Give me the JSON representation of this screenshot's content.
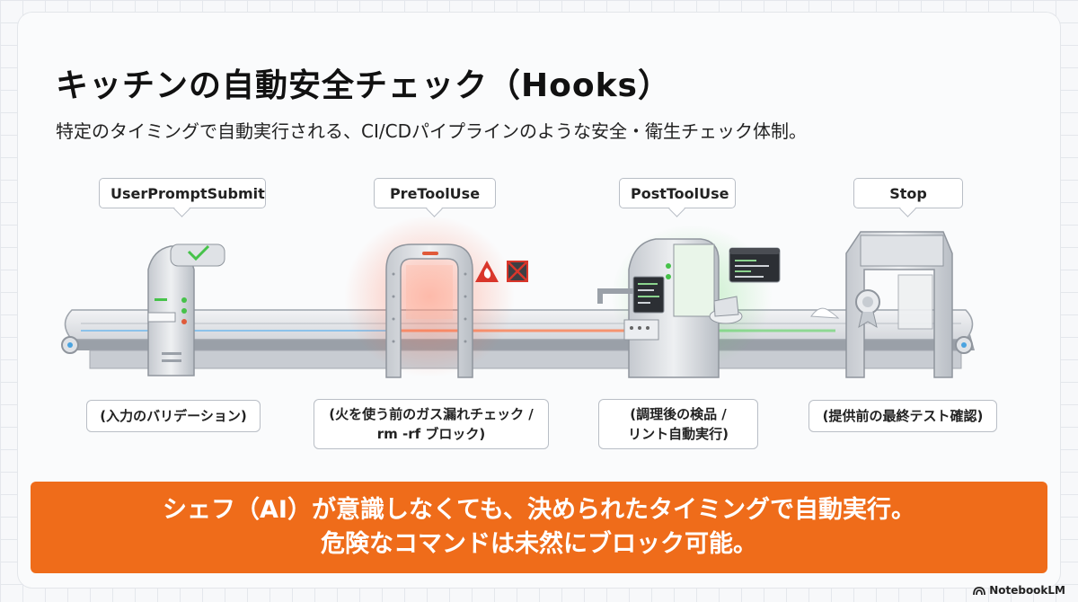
{
  "title": "キッチンの自動安全チェック（Hooks）",
  "subtitle": "特定のタイミングで自動実行される、CI/CDパイプラインのような安全・衛生チェック体制。",
  "stages": [
    {
      "label": "UserPromptSubmit",
      "desc": [
        "(入力のバリデーション)"
      ]
    },
    {
      "label": "PreToolUse",
      "desc": [
        "(火を使う前のガス漏れチェック /",
        "rm -rf ブロック)"
      ]
    },
    {
      "label": "PostToolUse",
      "desc": [
        "(調理後の検品 /",
        "リント自動実行)"
      ]
    },
    {
      "label": "Stop",
      "desc": [
        "(提供前の最終テスト確認)"
      ]
    }
  ],
  "banner": {
    "line1": "シェフ（AI）が意識しなくても、決められたタイミングで自動実行。",
    "line2": "危険なコマンドは未然にブロック可能。"
  },
  "brand": "NotebookLM",
  "colors": {
    "accent": "#ef6c1a",
    "danger": "#d9362b",
    "ok": "#46c24a"
  },
  "icons": [
    "fire-warning-icon",
    "blocked-tool-icon",
    "certificate-icon",
    "code-screen-icon"
  ]
}
